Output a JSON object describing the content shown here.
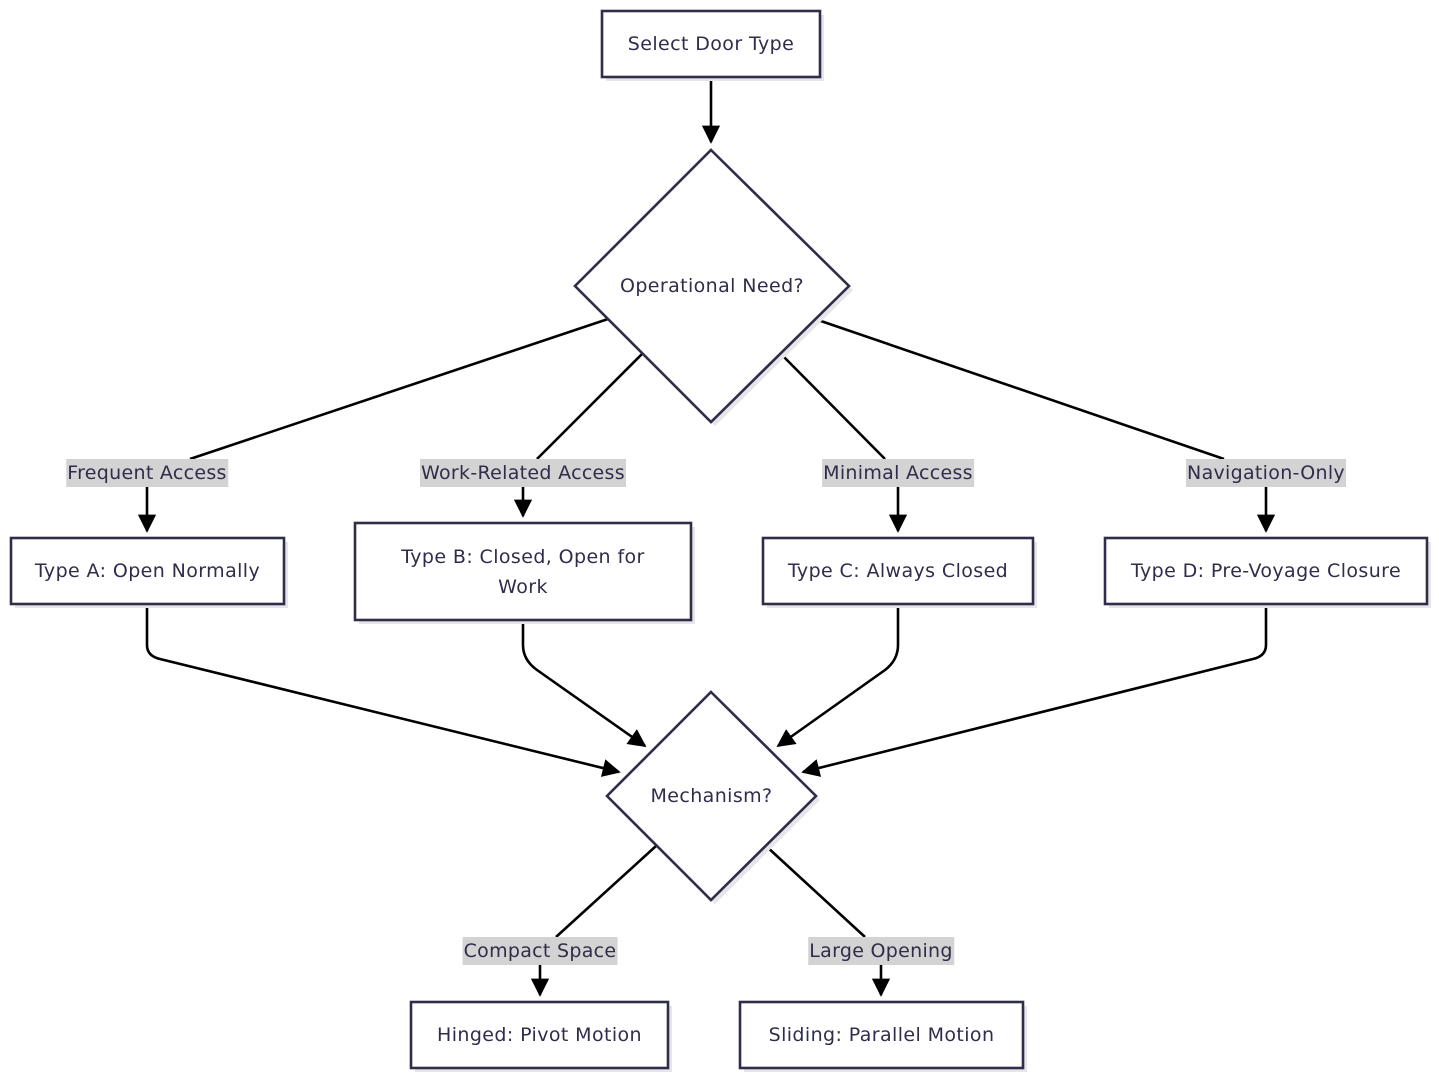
{
  "nodes": {
    "select": "Select Door Type",
    "need": "Operational Need?",
    "type_a": "Type A: Open Normally",
    "type_b": "Type B: Closed, Open for Work",
    "type_c": "Type C: Always Closed",
    "type_d": "Type D: Pre-Voyage Closure",
    "mechanism": "Mechanism?",
    "hinged": "Hinged: Pivot Motion",
    "sliding": "Sliding: Parallel Motion"
  },
  "edge_labels": {
    "frequent": "Frequent Access",
    "work": "Work-Related Access",
    "minimal": "Minimal Access",
    "navigation": "Navigation-Only",
    "compact": "Compact Space",
    "large": "Large Opening"
  },
  "colors": {
    "node_border": "#2f2d4a",
    "edge": "#000000",
    "label_background": "#d3d3d3"
  }
}
